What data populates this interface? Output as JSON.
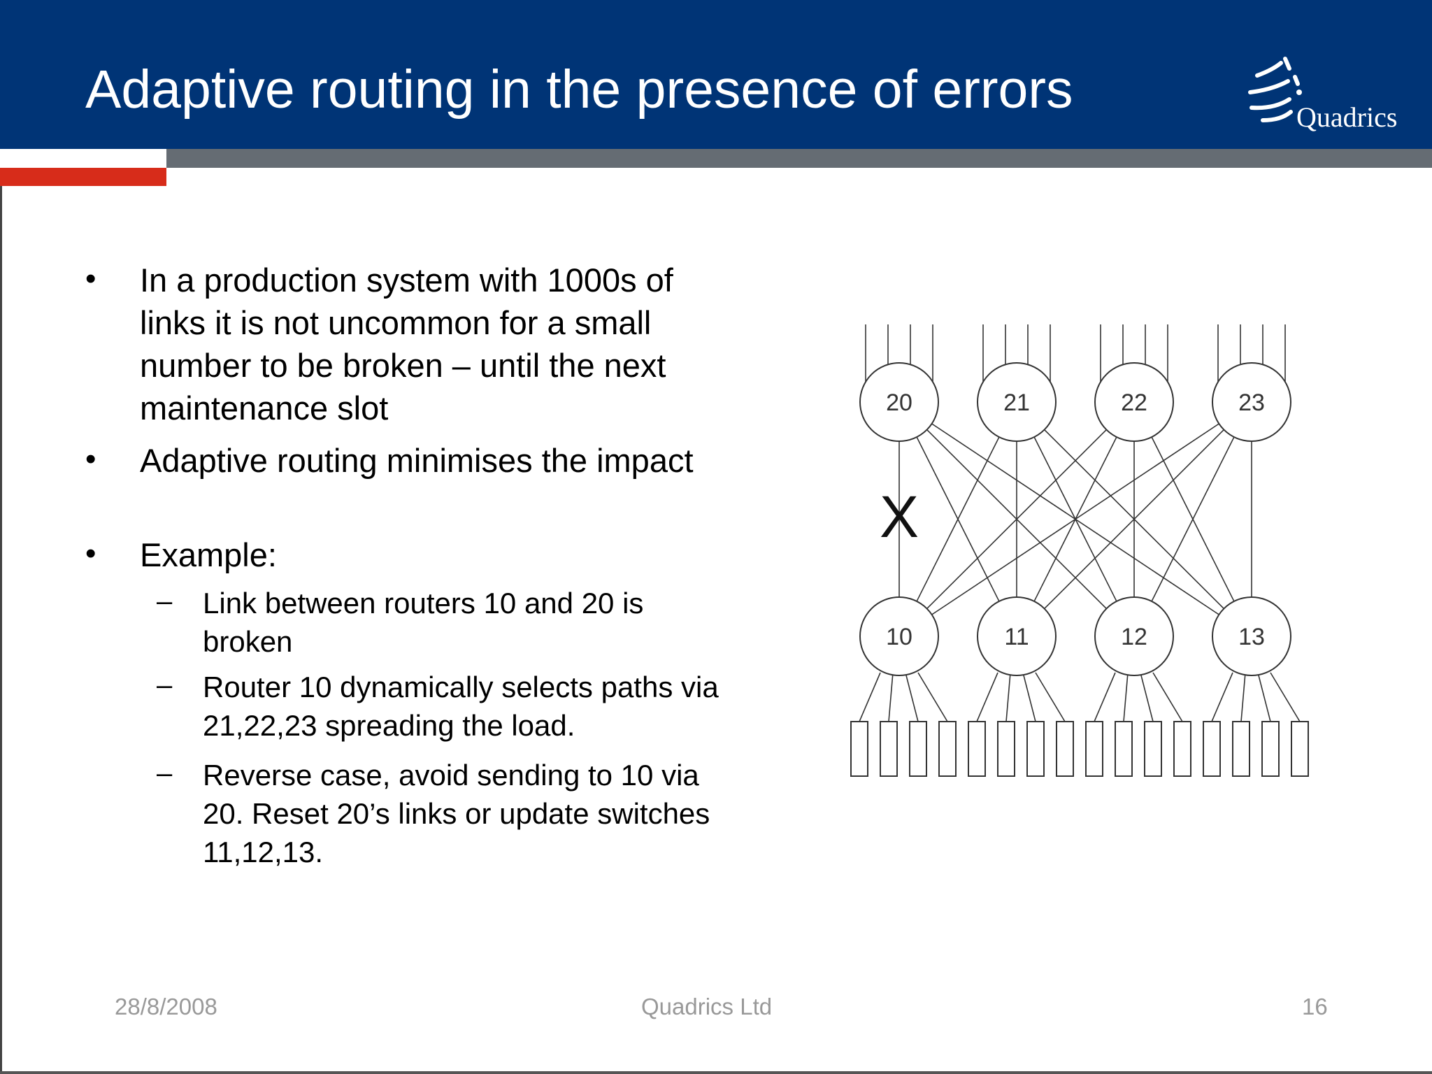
{
  "slide": {
    "title": "Adaptive routing in the presence of errors",
    "logo_text": "Quadrics",
    "colors": {
      "header": "#003476",
      "gray_bar": "#656c73",
      "red_bar": "#d72c1a"
    }
  },
  "bullets": [
    {
      "text": "In a production system with 1000s of links it is not uncommon for a small number to be broken – until the next maintenance slot"
    },
    {
      "text": "Adaptive routing minimises the impact"
    },
    {
      "text": "Example:",
      "subitems": [
        "Link between routers 10 and 20 is broken",
        "Router 10 dynamically selects paths via 21,22,23 spreading the load.",
        "Reverse case, avoid sending to 10 via 20. Reset 20’s links or update switches 11,12,13."
      ]
    }
  ],
  "diagram": {
    "top_routers": [
      "20",
      "21",
      "22",
      "23"
    ],
    "bottom_routers": [
      "10",
      "11",
      "12",
      "13"
    ],
    "broken_link_mark": "X"
  },
  "footer": {
    "date": "28/8/2008",
    "company": "Quadrics Ltd",
    "page": "16"
  }
}
